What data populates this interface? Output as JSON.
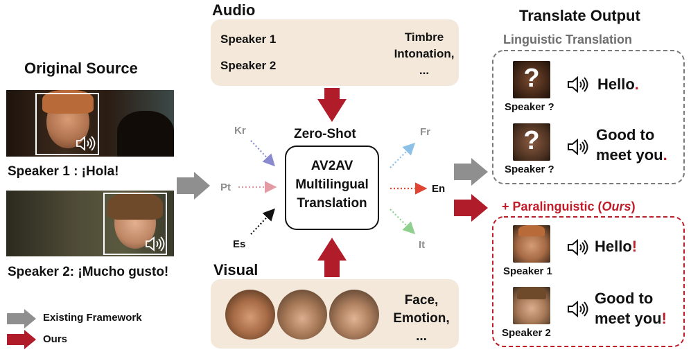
{
  "original": {
    "title": "Original Source",
    "speaker1_line": "Speaker 1 : ¡Hola!",
    "speaker2_line": "Speaker 2: ¡Mucho gusto!"
  },
  "legend": {
    "existing": "Existing Framework",
    "ours": "Ours"
  },
  "audio": {
    "title": "Audio",
    "speaker1": "Speaker 1",
    "speaker2": "Speaker 2",
    "features_line1": "Timbre",
    "features_line2": "Intonation,",
    "features_line3": "..."
  },
  "visual": {
    "title": "Visual",
    "features_line1": "Face,",
    "features_line2": "Emotion,",
    "features_line3": "..."
  },
  "center": {
    "heading": "Zero-Shot",
    "box_line1": "AV2AV",
    "box_line2": "Multilingual",
    "box_line3": "Translation",
    "in_langs": {
      "kr": "Kr",
      "pt": "Pt",
      "es": "Es"
    },
    "out_langs": {
      "fr": "Fr",
      "en": "En",
      "it": "It"
    }
  },
  "output": {
    "title": "Translate Output",
    "linguistic_heading": "Linguistic Translation",
    "paralinguistic_prefix": "+ Paralinguistic (",
    "paralinguistic_ours": "Ours",
    "paralinguistic_suffix": ")",
    "qmark": "?",
    "unknown_speaker_label": "Speaker ?",
    "line_hello": "Hello",
    "period": ".",
    "line_good1": "Good to",
    "line_good2": "meet you",
    "exclaim": "!",
    "speaker1_label": "Speaker 1",
    "speaker2_label": "Speaker 2"
  },
  "colors": {
    "red_arrow": "#b01c2a",
    "gray_arrow": "#8f8f8f",
    "panel_bg": "#f3e8da",
    "audio_orange": "#e39a3a",
    "audio_green": "#58b446",
    "kr_arrow": "#8a8ad0",
    "pt_arrow": "#e39aa3",
    "fr_arrow": "#8cc0e6",
    "en_arrow": "#e04432",
    "it_arrow": "#8fd08f",
    "accent_red": "#c01b29"
  },
  "icons": [
    "speaker-icon",
    "question-mark-icon"
  ]
}
